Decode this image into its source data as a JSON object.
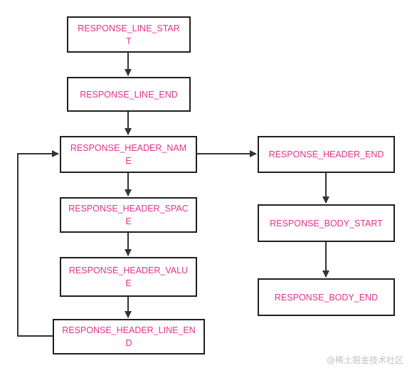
{
  "colors": {
    "text": "#e0338c",
    "border": "#1f1f1f",
    "arrow": "#333333",
    "watermark": "#c2c2c2"
  },
  "nodes": {
    "line_start": "RESPONSE_LINE_START",
    "line_end": "RESPONSE_LINE_END",
    "header_name": "RESPONSE_HEADER_NAME",
    "header_space": "RESPONSE_HEADER_SPACE",
    "header_value": "RESPONSE_HEADER_VALUE",
    "header_line_end": "RESPONSE_HEADER_LINE_END",
    "header_end": "RESPONSE_HEADER_END",
    "body_start": "RESPONSE_BODY_START",
    "body_end": "RESPONSE_BODY_END"
  },
  "edges": [
    {
      "from": "line_start",
      "to": "line_end"
    },
    {
      "from": "line_end",
      "to": "header_name"
    },
    {
      "from": "header_name",
      "to": "header_space"
    },
    {
      "from": "header_space",
      "to": "header_value"
    },
    {
      "from": "header_value",
      "to": "header_line_end"
    },
    {
      "from": "header_line_end",
      "to": "header_name"
    },
    {
      "from": "header_name",
      "to": "header_end"
    },
    {
      "from": "header_end",
      "to": "body_start"
    },
    {
      "from": "body_start",
      "to": "body_end"
    }
  ],
  "watermark": "@稀土掘金技术社区"
}
